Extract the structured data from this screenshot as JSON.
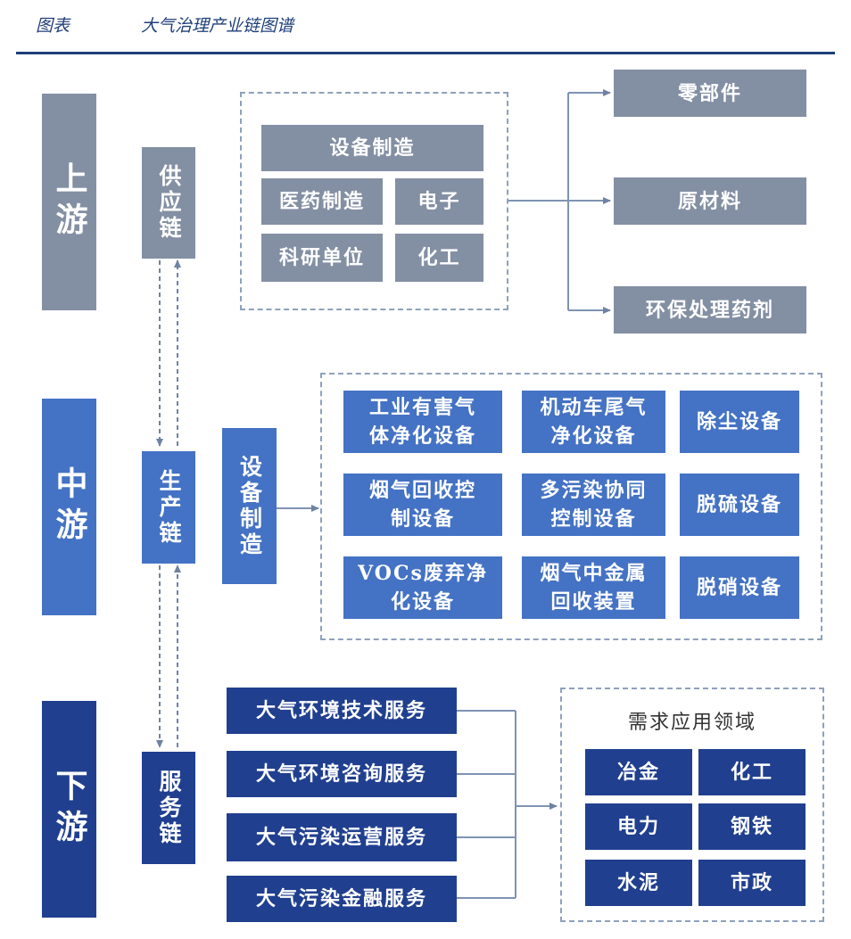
{
  "header": {
    "tag": "图表",
    "title": "大气治理产业链图谱"
  },
  "stages": [
    "上游",
    "中游",
    "下游"
  ],
  "chains": [
    "供应链",
    "生产链",
    "服务链"
  ],
  "upstream": {
    "equipment_header": "设备制造",
    "manufacturers": [
      "医药制造",
      "电子",
      "科研单位",
      "化工"
    ],
    "outputs": [
      "零部件",
      "原材料",
      "环保处理药剂"
    ]
  },
  "midstream": {
    "equipment_label": "设备制造",
    "devices": [
      "工业有害气\n体净化设备",
      "机动车尾气\n净化设备",
      "除尘设备",
      "烟气回收控\n制设备",
      "多污染协同\n控制设备",
      "脱硫设备",
      "VOCs废弃净\n化设备",
      "烟气中金属\n回收装置",
      "脱硝设备"
    ]
  },
  "downstream": {
    "services": [
      "大气环境技术服务",
      "大气环境咨询服务",
      "大气污染运营服务",
      "大气污染金融服务"
    ],
    "demand_title": "需求应用领域",
    "fields": [
      "冶金",
      "化工",
      "电力",
      "钢铁",
      "水泥",
      "市政"
    ]
  },
  "colors": {
    "upstream": "#838fa3",
    "midstream": "#4472c4",
    "downstream": "#203f8f",
    "rule": "#1e3f7a"
  }
}
